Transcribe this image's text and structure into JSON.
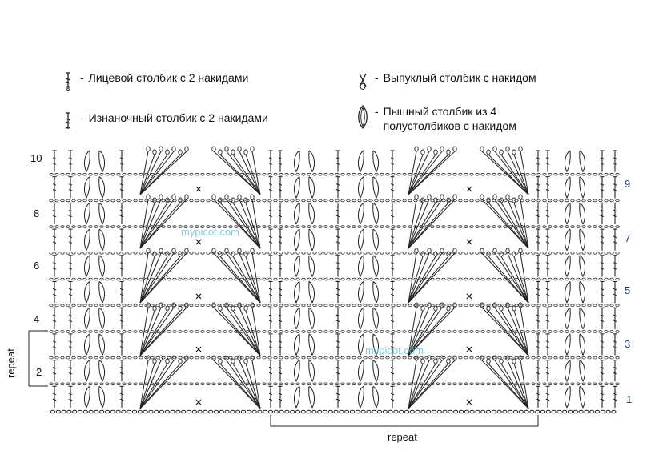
{
  "legend": [
    {
      "icon": "double-crochet-2yo-front-icon",
      "text": "Лицевой столбик с 2 накидами"
    },
    {
      "icon": "double-crochet-2yo-back-icon",
      "text": "Изнаночный столбик с 2 накидами"
    },
    {
      "icon": "raised-stitch-icon",
      "text": "Выпуклый столбик с накидом"
    },
    {
      "icon": "puff-stitch-icon",
      "text_line1": "Пышный столбик из 4",
      "text_line2": "полустолбиков с накидом"
    }
  ],
  "legend_dash": "-",
  "rows_left": [
    "10",
    "8",
    "6",
    "4",
    "2"
  ],
  "rows_right": [
    "9",
    "7",
    "5",
    "3",
    "1"
  ],
  "repeat_vertical": "repeat",
  "repeat_horizontal": "repeat",
  "watermarks": [
    "mypicot.com",
    "mypicot.com"
  ],
  "colors": {
    "ink": "#222222",
    "row_right": "#1f3b78",
    "watermark": "#6fc3e0"
  }
}
